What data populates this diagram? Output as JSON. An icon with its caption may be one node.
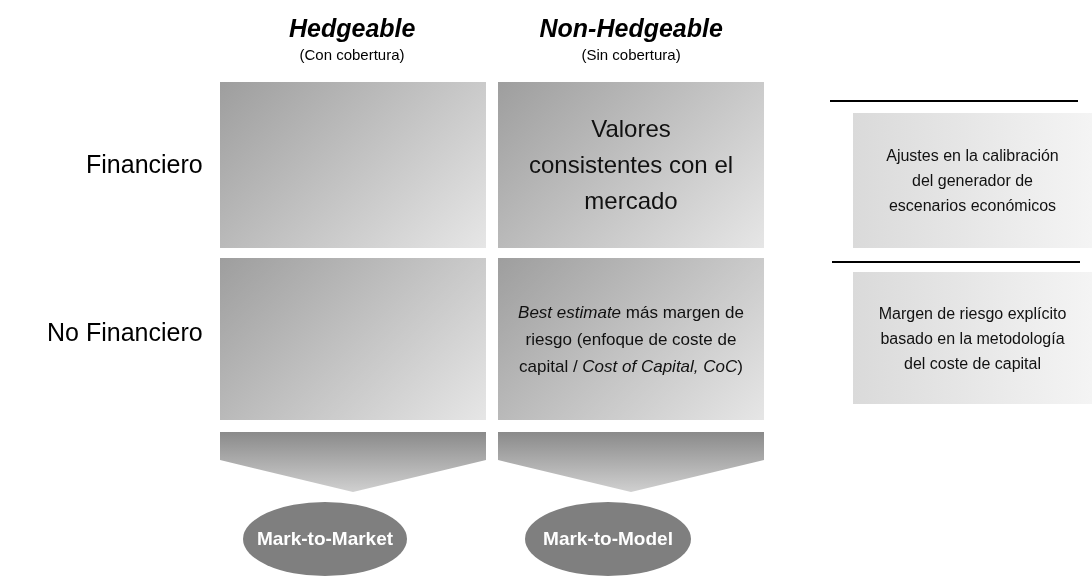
{
  "diagram": {
    "nodes": [
      {
        "text": [],
        "shape": "box"
      },
      {
        "text": [
          "Valores consistentes con el mercado"
        ]
      },
      {
        "text": [],
        "shape": "box"
      },
      {
        "text": [
          "*Best estimate* más margen de riesgo (enfoque de coste de capital / *Cost of Capital, CoC*)"
        ]
      },
      {
        "text": [
          "Ajustes en la calibración del generador de escenarios económicos"
        ]
      },
      {
        "text": [
          "Margen de riesgo explícito basado en la metodología del coste de capital"
        ]
      },
      {
        "text": [
          "Mark-to-Market"
        ]
      },
      {
        "text": [
          "Mark-to-Model"
        ]
      }
    ],
    "edges": [
      {
        "from": 2,
        "to": 6,
        "arrow": "to"
      },
      {
        "from": 3,
        "to": 7,
        "arrow": "to"
      }
    ],
    "labels": [
      "Hedgeable",
      "(Con cobertura)",
      "Non-Hedgeable",
      "(Sin cobertura)",
      "Financiero",
      "No Financiero"
    ]
  }
}
